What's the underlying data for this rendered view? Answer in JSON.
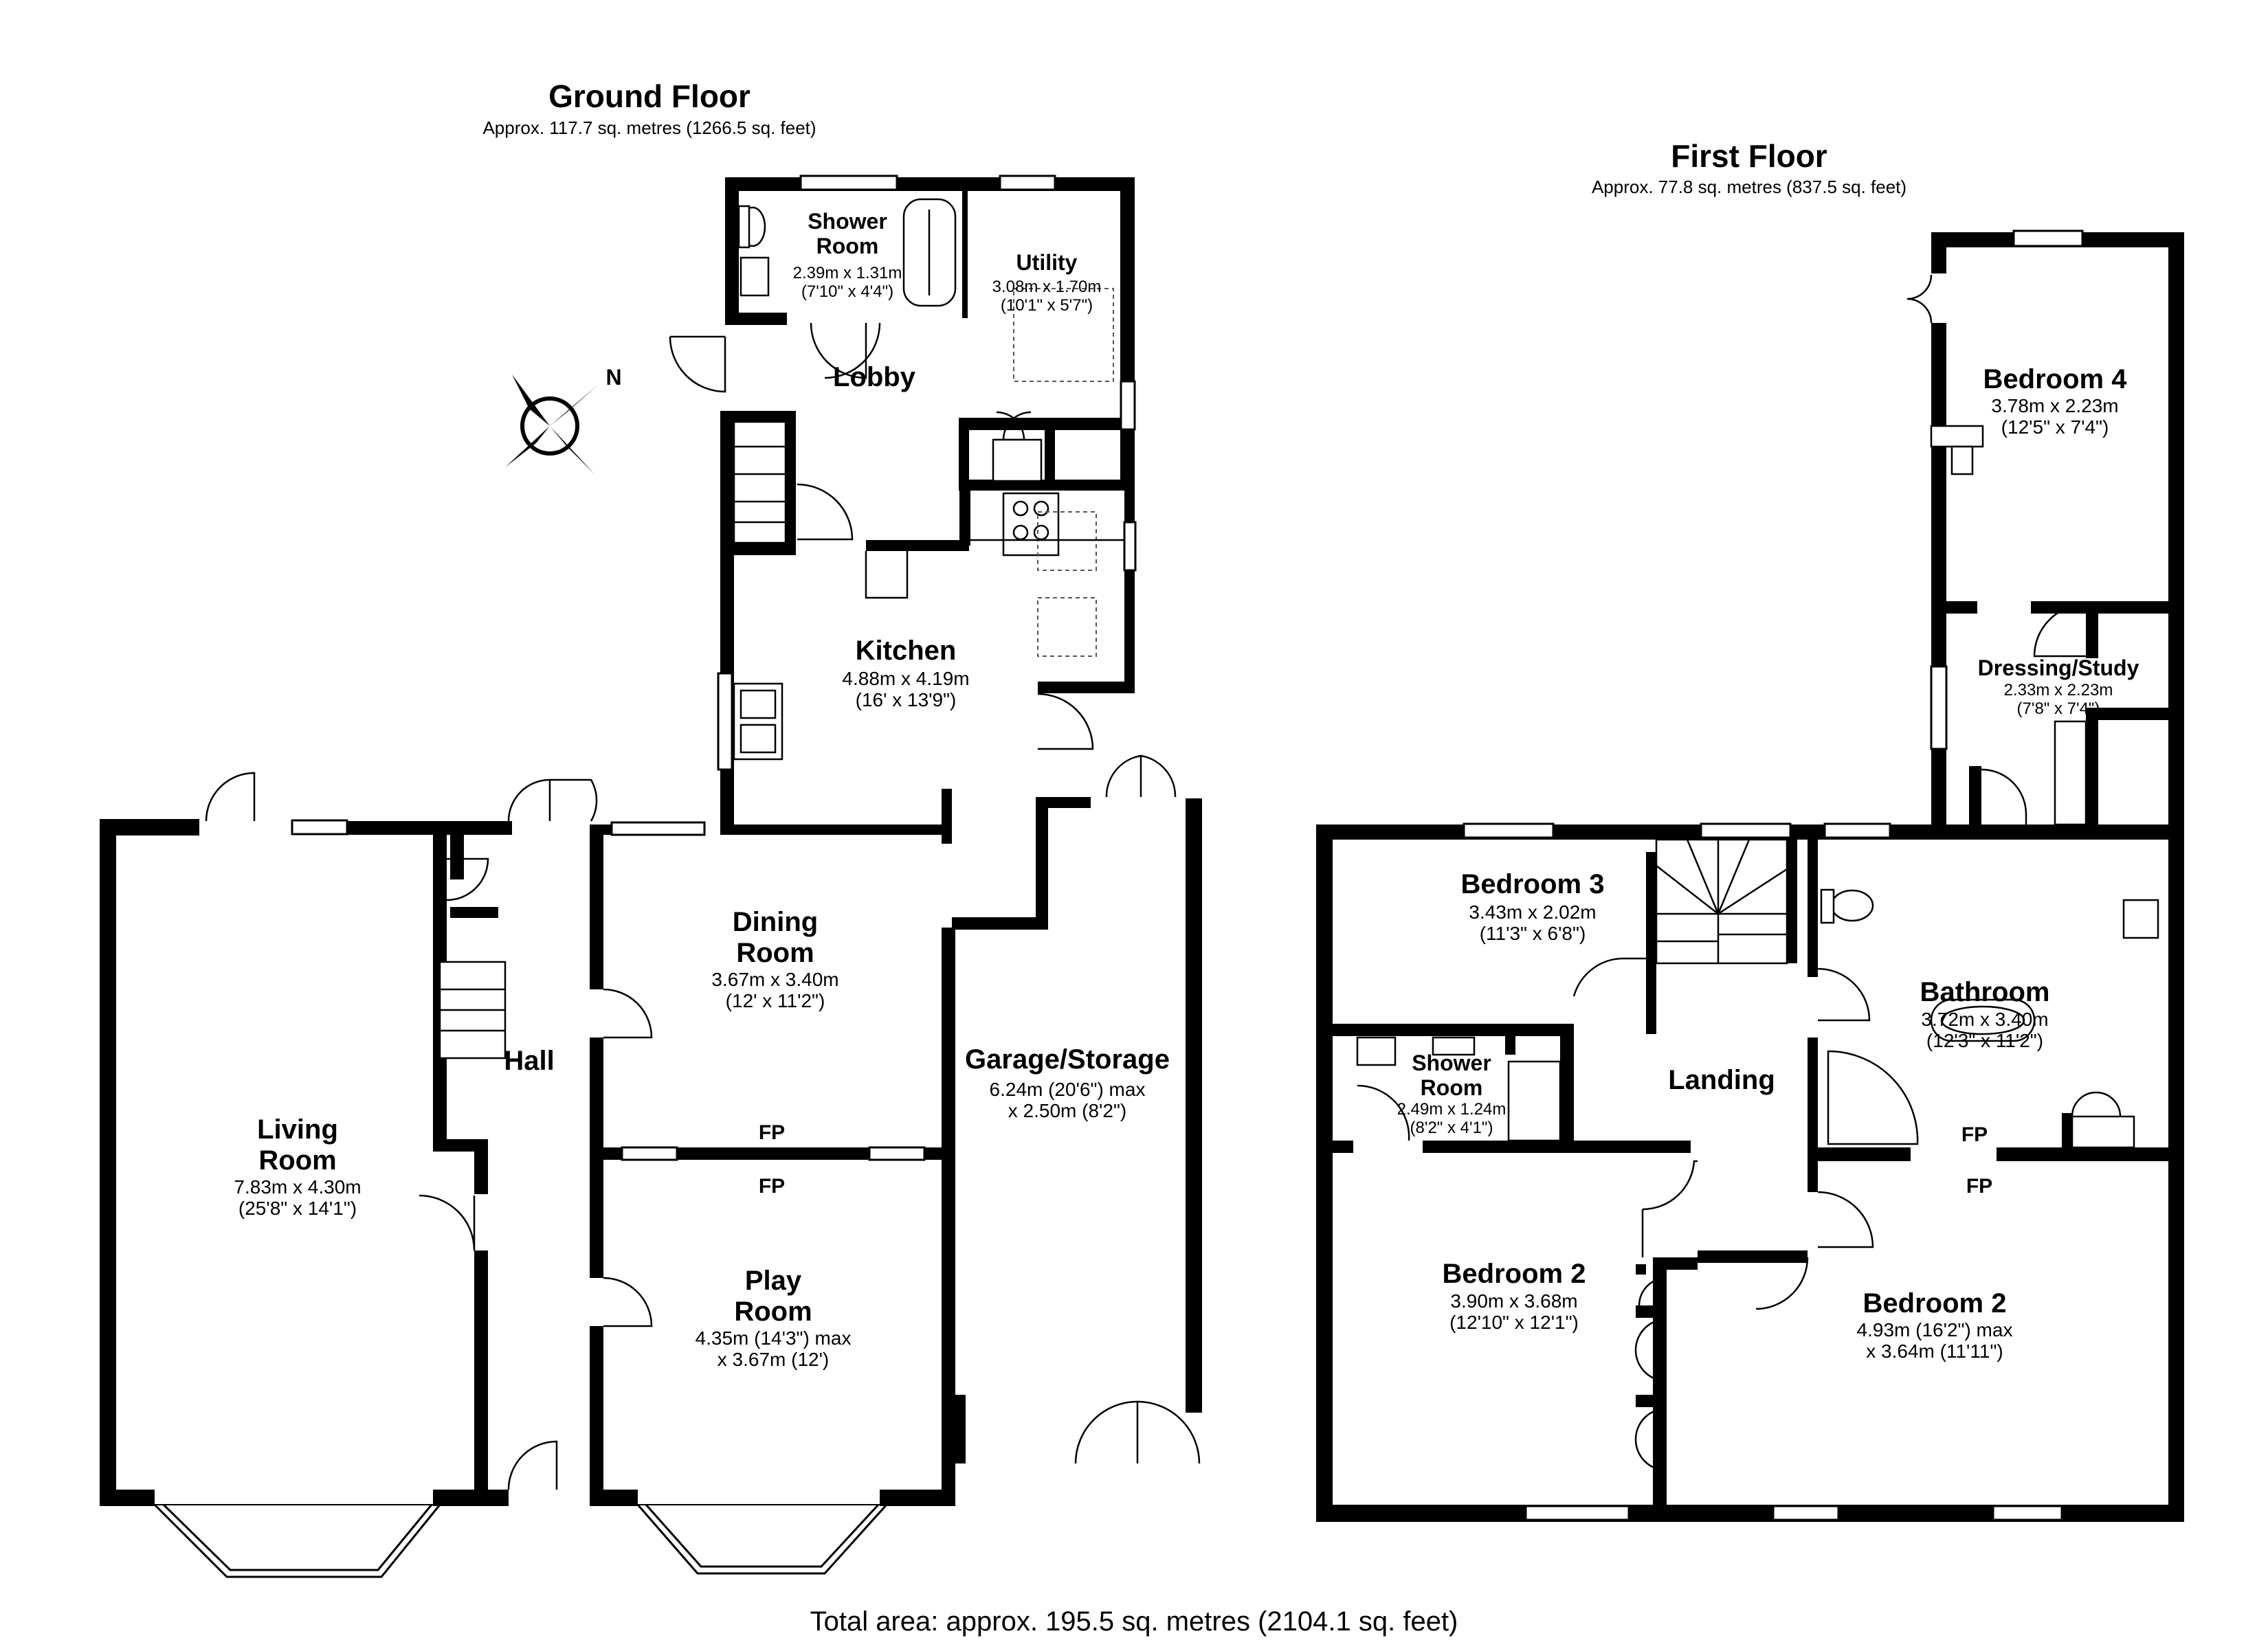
{
  "ground_floor": {
    "title": "Ground Floor",
    "area": "Approx. 117.7 sq. metres (1266.5 sq. feet)",
    "rooms": [
      {
        "id": "shower-room-ground",
        "name": "Shower\nRoom",
        "dims": "2.39m x 1.31m\n(7'10\" x 4'4\")"
      },
      {
        "id": "utility",
        "name": "Utility",
        "dims": "3.08m x 1.70m\n(10'1\" x 5'7\")"
      },
      {
        "id": "lobby",
        "name": "Lobby",
        "dims": ""
      },
      {
        "id": "kitchen",
        "name": "Kitchen",
        "dims": "4.88m x 4.19m\n(16' x 13'9\")"
      },
      {
        "id": "hall",
        "name": "Hall",
        "dims": ""
      },
      {
        "id": "dining-room",
        "name": "Dining\nRoom",
        "dims": "3.67m x 3.40m\n(12' x 11'2\")"
      },
      {
        "id": "living-room",
        "name": "Living\nRoom",
        "dims": "7.83m x 4.30m\n(25'8\" x 14'1\")"
      },
      {
        "id": "garage-storage",
        "name": "Garage/Storage",
        "dims": "6.24m (20'6\") max\nx 2.50m (8'2\")"
      },
      {
        "id": "play-room",
        "name": "Play\nRoom",
        "dims": "4.35m (14'3\") max\nx 3.67m (12')"
      }
    ],
    "fireplaces": [
      "FP",
      "FP"
    ]
  },
  "first_floor": {
    "title": "First Floor",
    "area": "Approx. 77.8 sq. metres (837.5 sq. feet)",
    "rooms": [
      {
        "id": "bedroom-4",
        "name": "Bedroom 4",
        "dims": "3.78m x 2.23m\n(12'5\" x 7'4\")"
      },
      {
        "id": "dressing-study",
        "name": "Dressing/Study",
        "dims": "2.33m x 2.23m\n(7'8\" x 7'4\")"
      },
      {
        "id": "bedroom-3",
        "name": "Bedroom 3",
        "dims": "3.43m x 2.02m\n(11'3\" x 6'8\")"
      },
      {
        "id": "bathroom",
        "name": "Bathroom",
        "dims": "3.72m x 3.40m\n(12'3\" x 11'2\")"
      },
      {
        "id": "shower-room-first",
        "name": "Shower\nRoom",
        "dims": "2.49m x 1.24m\n(8'2\" x 4'1\")"
      },
      {
        "id": "landing",
        "name": "Landing",
        "dims": ""
      },
      {
        "id": "bedroom-2-left",
        "name": "Bedroom 2",
        "dims": "3.90m x 3.68m\n(12'10\" x 12'1\")"
      },
      {
        "id": "bedroom-2-right",
        "name": "Bedroom 2",
        "dims": "4.93m (16'2\") max\nx 3.64m (11'11\")"
      }
    ],
    "fireplaces": [
      "FP",
      "FP"
    ]
  },
  "compass": {
    "label": "N",
    "icon": "compass-north-icon"
  },
  "total_area": "Total area: approx. 195.5 sq. metres (2104.1 sq. feet)",
  "colors": {
    "wall": "#000000",
    "background": "#ffffff",
    "fixture": "#000000"
  }
}
